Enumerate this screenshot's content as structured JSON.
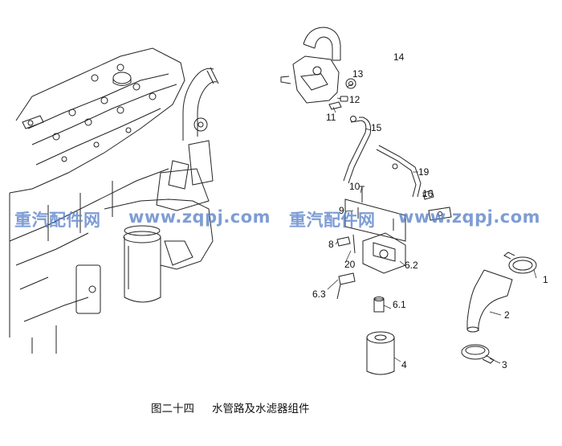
{
  "callouts": {
    "c1": "1",
    "c2": "2",
    "c3": "3",
    "c4": "4",
    "c6_1": "6.1",
    "c6_2": "6.2",
    "c6_3": "6.3",
    "c8": "8",
    "c9": "9",
    "c10": "10",
    "c11": "11",
    "c12": "12",
    "c13": "13",
    "c14": "14",
    "c15": "15",
    "c16": "16",
    "c19": "19",
    "c20": "20"
  },
  "watermark": {
    "left_cn": "重汽配件网",
    "left_url": "www.zqpj.com",
    "right_cn": "重汽配件网",
    "right_url": "www.zqpj.com"
  },
  "caption": {
    "figure_no": "图二十四",
    "title": "水管路及水滤器组件"
  },
  "colors": {
    "line": "#222222",
    "watermark": "#5a82c8"
  }
}
